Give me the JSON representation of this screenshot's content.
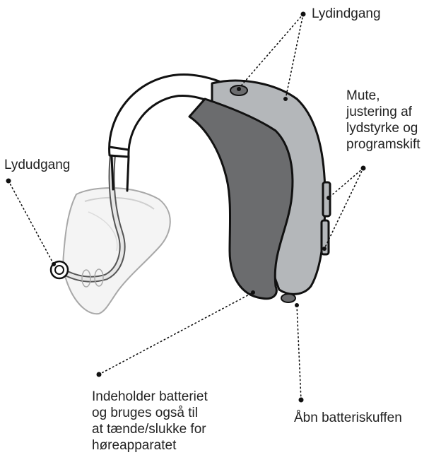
{
  "labels": {
    "sound_inlet": "Lydindgang",
    "controls": "Mute,\njustering af\nlydstyrke og\nprogramskift",
    "sound_outlet": "Lydudgang",
    "battery_info": "Indeholder batteriet\nog bruges også til\nat tænde/slukke for\nhøreapparatet",
    "battery_drawer": "Åbn batteriskuffen"
  },
  "colors": {
    "body_light": "#b4b7ba",
    "body_dark": "#6b6c6e",
    "hook": "#ffffff",
    "outline": "#111111"
  }
}
